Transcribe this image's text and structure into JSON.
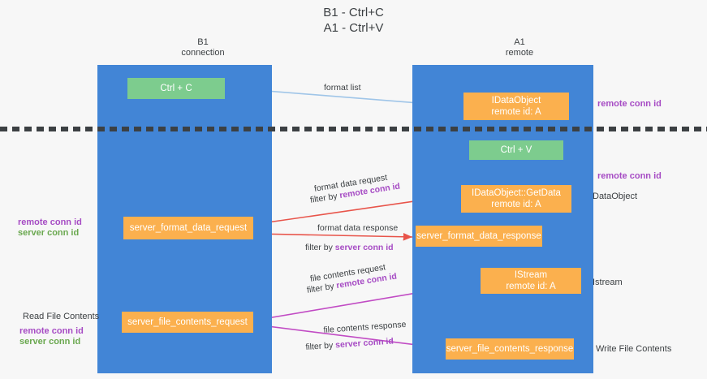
{
  "title": "B1 - Ctrl+C\nA1 - Ctrl+V",
  "columns": {
    "b1": "B1\nconnection",
    "a1": "A1\nremote"
  },
  "nodes": {
    "ctrl_c": "Ctrl + C",
    "idataobject": "IDataObject\nremote id: A",
    "ctrl_v": "Ctrl + V",
    "getdata": "IDataObject::GetData\nremote id: A",
    "server_format_data_request": "server_format_data_request",
    "server_format_data_response": "server_format_data_response",
    "istream": "IStream\nremote id: A",
    "server_file_contents_request": "server_file_contents_request",
    "server_file_contents_response": "server_file_contents_response"
  },
  "edges": {
    "format_list": "format list",
    "format_data_request": "format data request",
    "format_data_filter_prefix": "filter by ",
    "remote_conn_id": "remote conn id",
    "format_data_response": "format data response",
    "server_conn_id": "server conn id",
    "file_contents_request": "file contents request",
    "file_contents_response": "file contents response"
  },
  "side_labels": {
    "remote_conn_id_top": "remote conn id",
    "remote_conn_id_mid": "remote conn id",
    "dataobject": "DataObject",
    "istream": "Istream",
    "write_file_contents": "Write File Contents",
    "read_file_contents": "Read File Contents",
    "remote_conn_id_left": "remote conn id",
    "server_conn_id_left": "server conn id"
  },
  "colors": {
    "lane": "#4285d6",
    "green_node": "#7dcc8e",
    "orange_node": "#fbb04e",
    "purple_text": "#a64bc4",
    "green_text": "#6aa84f",
    "magenta_arrow": "#c14bc4",
    "red_arrow": "#e8544a",
    "blue_arrow": "#9fc5e8",
    "divider": "#3c4043"
  }
}
